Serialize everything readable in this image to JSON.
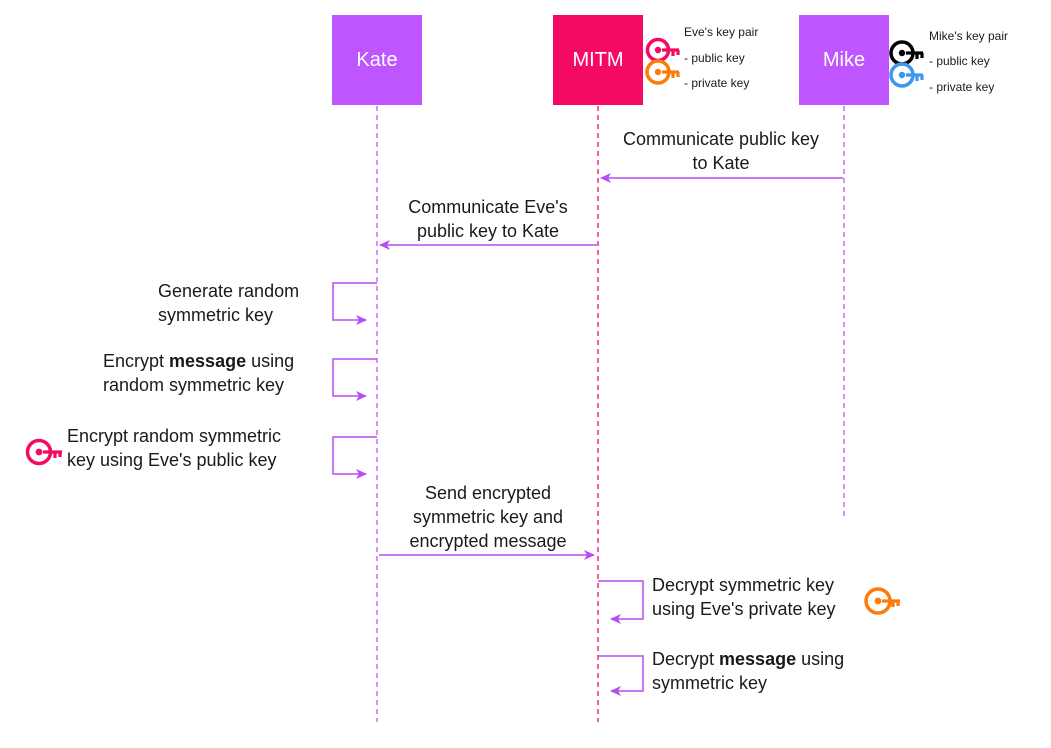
{
  "colors": {
    "kate": "#bf55ff",
    "mitm": "#f50a63",
    "mike": "#bf55ff",
    "arrow": "#b74cf5",
    "eve_public": "#f50a63",
    "eve_private": "#fb7c0a",
    "mike_public": "#000000",
    "mike_private": "#3d97ee"
  },
  "actors": {
    "kate": "Kate",
    "mitm": "MITM",
    "mike": "Mike"
  },
  "eve_keys": {
    "title": "Eve's key pair",
    "public": "- public key",
    "private": "- private key"
  },
  "mike_keys": {
    "title": "Mike's key pair",
    "public": "- public key",
    "private": "- private key"
  },
  "messages": {
    "m1_line1": "Communicate public key",
    "m1_line2": "to Kate",
    "m2_line1": "Communicate Eve's",
    "m2_line2": "public key to Kate",
    "s1_line1": "Generate random",
    "s1_line2": "symmetric key",
    "s2_pre": "Encrypt ",
    "s2_bold": "message",
    "s2_post": " using",
    "s2_line2": "random symmetric key",
    "s3_line1": "Encrypt random symmetric",
    "s3_line2": "key using Eve's public key",
    "m3_line1": "Send encrypted",
    "m3_line2": "symmetric key and",
    "m3_line3": "encrypted message",
    "s4_line1": "Decrypt symmetric key",
    "s4_line2": "using Eve's private key",
    "s5_pre": "Decrypt ",
    "s5_bold": "message",
    "s5_post": " using",
    "s5_line2": "symmetric key"
  },
  "icons": {
    "eve_public_key": "key-icon",
    "eve_private_key": "key-icon",
    "mike_public_key": "key-icon",
    "mike_private_key": "key-icon"
  }
}
